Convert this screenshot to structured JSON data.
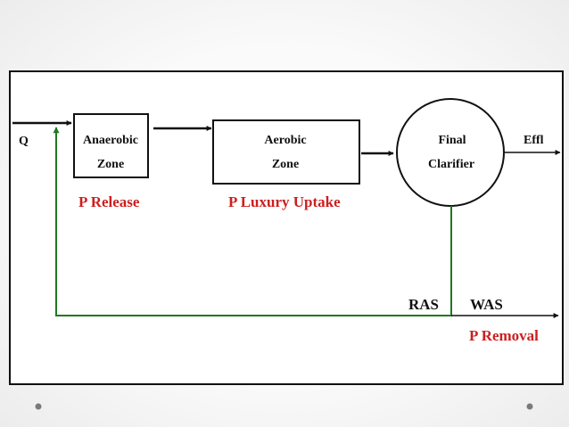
{
  "diagram": {
    "input_label": "Q",
    "output_label": "Effl",
    "anaerobic_zone": {
      "line1": "Anaerobic",
      "line2": "Zone",
      "process": "P Release"
    },
    "aerobic_zone": {
      "line1": "Aerobic",
      "line2": "Zone",
      "process": "P Luxury Uptake"
    },
    "clarifier": {
      "line1": "Final",
      "line2": "Clarifier"
    },
    "ras_label": "RAS",
    "was_label": "WAS",
    "removal_label": "P Removal"
  },
  "colors": {
    "process_text": "#cc1f1f",
    "recycle_line": "#1e7a1e",
    "frame": "#111111"
  },
  "slide": {
    "nav_dots": [
      "prev-dot",
      "next-dot"
    ]
  }
}
